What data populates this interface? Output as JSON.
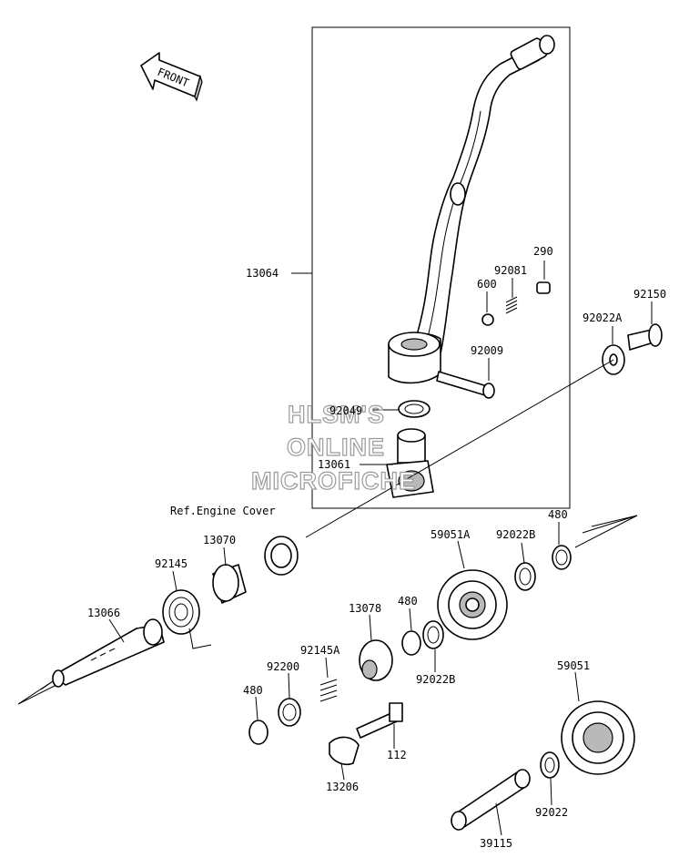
{
  "front_label": "FRONT",
  "ref_note": "Ref.Engine Cover",
  "watermark": [
    "HLSM'S",
    "ONLINE",
    "MICROFICHE"
  ],
  "parts": {
    "p13064": "13064",
    "p290": "290",
    "p92081": "92081",
    "p600": "600",
    "p92150": "92150",
    "p92022A": "92022A",
    "p92009": "92009",
    "p92049": "92049",
    "p13061": "13061",
    "p13070": "13070",
    "p92145": "92145",
    "p13066": "13066",
    "p59051A": "59051A",
    "p92022B_top": "92022B",
    "p480_top": "480",
    "p13078": "13078",
    "p480_mid": "480",
    "p92022B_mid": "92022B",
    "p92145A": "92145A",
    "p92200": "92200",
    "p480_low": "480",
    "p112": "112",
    "p13206": "13206",
    "p59051": "59051",
    "p92022": "92022",
    "p39115": "39115"
  }
}
